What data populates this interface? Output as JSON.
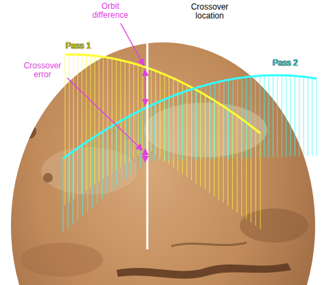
{
  "diagram": {
    "labels": [
      "Orbit difference",
      "Crossover location",
      "Pass 1",
      "Crossover error",
      "Pass 2"
    ]
  }
}
